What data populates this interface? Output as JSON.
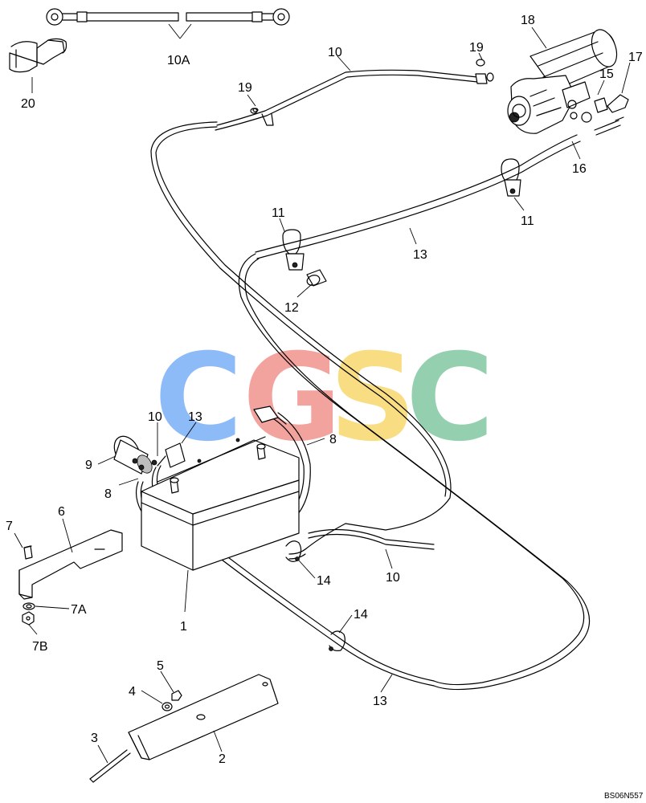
{
  "watermark": {
    "letters": [
      "C",
      "G",
      "S",
      "C"
    ],
    "colors": [
      "#6ea8f7",
      "#f08a83",
      "#f8d45f",
      "#77c49a"
    ]
  },
  "callouts": {
    "c1": "1",
    "c2": "2",
    "c3": "3",
    "c4": "4",
    "c5": "5",
    "c6": "6",
    "c7": "7",
    "c7a": "7A",
    "c7b": "7B",
    "c8a": "8",
    "c8b": "8",
    "c9": "9",
    "c10a": "10",
    "c10b": "10",
    "c10c": "10",
    "c10A": "10A",
    "c11a": "11",
    "c11b": "11",
    "c12": "12",
    "c13a": "13",
    "c13b": "13",
    "c13c": "13",
    "c14a": "14",
    "c14b": "14",
    "c15": "15",
    "c16": "16",
    "c17": "17",
    "c18": "18",
    "c19a": "19",
    "c19b": "19",
    "c20": "20"
  },
  "drawing_code": "BS06N557"
}
